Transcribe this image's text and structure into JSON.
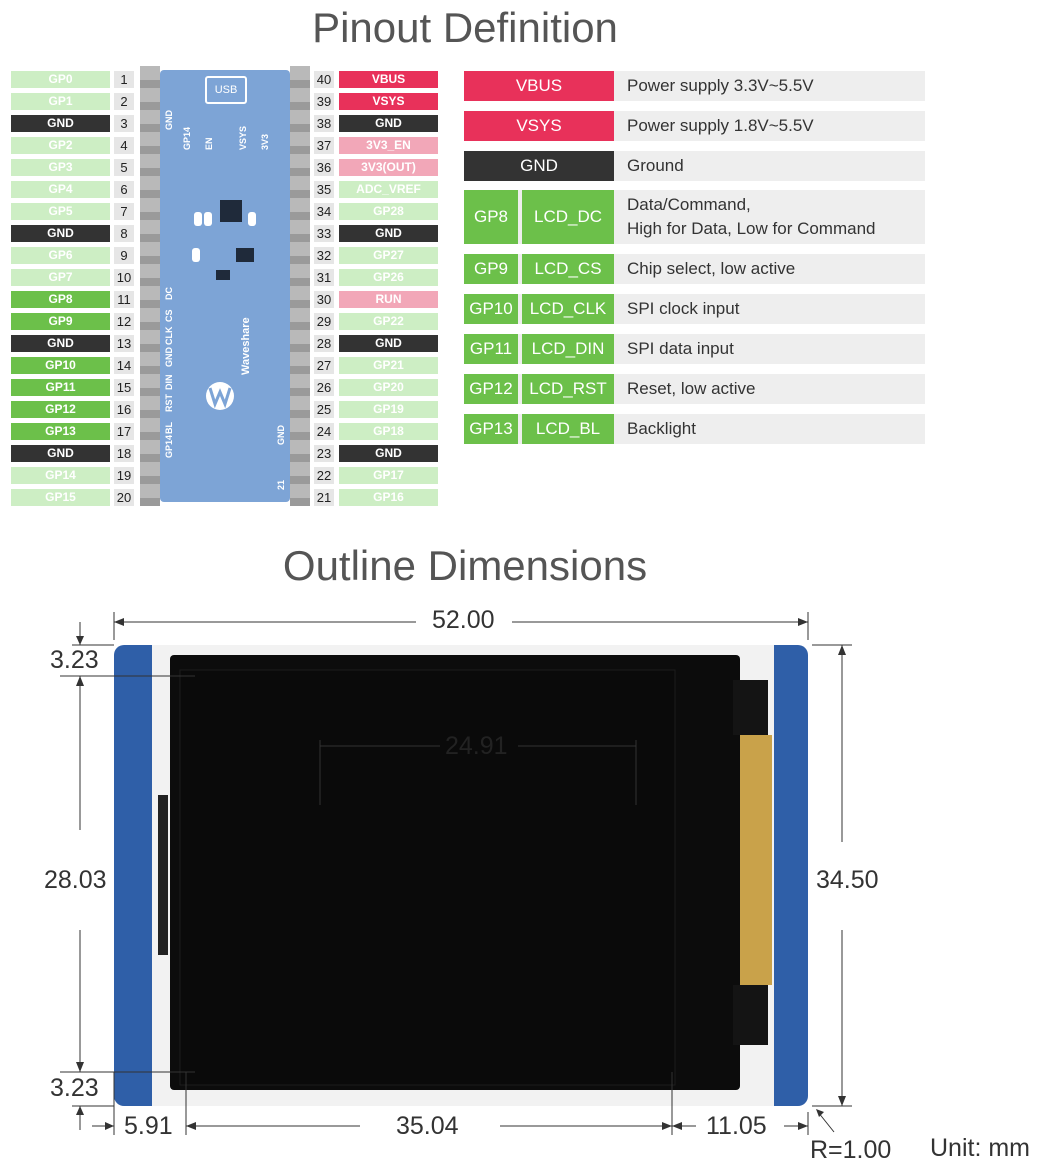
{
  "pinout_title": "Pinout Definition",
  "outline_title": "Outline Dimensions",
  "board": {
    "usb_label": "USB",
    "brand": "Waveshare",
    "silkscreen": [
      "GND",
      "GP14",
      "EN",
      "VSYS",
      "3V3",
      "DC",
      "CS",
      "CLK",
      "GND",
      "DIN",
      "RST",
      "BL",
      "GP14",
      "GND",
      "21"
    ]
  },
  "left_pins": [
    {
      "num": "1",
      "label": "GP0",
      "style": "gp-light"
    },
    {
      "num": "2",
      "label": "GP1",
      "style": "gp-light"
    },
    {
      "num": "3",
      "label": "GND",
      "style": "gnd"
    },
    {
      "num": "4",
      "label": "GP2",
      "style": "gp-light"
    },
    {
      "num": "5",
      "label": "GP3",
      "style": "gp-light"
    },
    {
      "num": "6",
      "label": "GP4",
      "style": "gp-light"
    },
    {
      "num": "7",
      "label": "GP5",
      "style": "gp-light"
    },
    {
      "num": "8",
      "label": "GND",
      "style": "gnd"
    },
    {
      "num": "9",
      "label": "GP6",
      "style": "gp-light"
    },
    {
      "num": "10",
      "label": "GP7",
      "style": "gp-light"
    },
    {
      "num": "11",
      "label": "GP8",
      "style": "gp-green"
    },
    {
      "num": "12",
      "label": "GP9",
      "style": "gp-green"
    },
    {
      "num": "13",
      "label": "GND",
      "style": "gnd"
    },
    {
      "num": "14",
      "label": "GP10",
      "style": "gp-green"
    },
    {
      "num": "15",
      "label": "GP11",
      "style": "gp-green"
    },
    {
      "num": "16",
      "label": "GP12",
      "style": "gp-green"
    },
    {
      "num": "17",
      "label": "GP13",
      "style": "gp-green"
    },
    {
      "num": "18",
      "label": "GND",
      "style": "gnd"
    },
    {
      "num": "19",
      "label": "GP14",
      "style": "gp-light"
    },
    {
      "num": "20",
      "label": "GP15",
      "style": "gp-light"
    }
  ],
  "right_pins": [
    {
      "num": "40",
      "label": "VBUS",
      "style": "red"
    },
    {
      "num": "39",
      "label": "VSYS",
      "style": "red"
    },
    {
      "num": "38",
      "label": "GND",
      "style": "gnd"
    },
    {
      "num": "37",
      "label": "3V3_EN",
      "style": "pink"
    },
    {
      "num": "36",
      "label": "3V3(OUT)",
      "style": "pink"
    },
    {
      "num": "35",
      "label": "ADC_VREF",
      "style": "gp-light"
    },
    {
      "num": "34",
      "label": "GP28",
      "style": "gp-light"
    },
    {
      "num": "33",
      "label": "GND",
      "style": "gnd"
    },
    {
      "num": "32",
      "label": "GP27",
      "style": "gp-light"
    },
    {
      "num": "31",
      "label": "GP26",
      "style": "gp-light"
    },
    {
      "num": "30",
      "label": "RUN",
      "style": "pink"
    },
    {
      "num": "29",
      "label": "GP22",
      "style": "gp-light"
    },
    {
      "num": "28",
      "label": "GND",
      "style": "gnd"
    },
    {
      "num": "27",
      "label": "GP21",
      "style": "gp-light"
    },
    {
      "num": "26",
      "label": "GP20",
      "style": "gp-light"
    },
    {
      "num": "25",
      "label": "GP19",
      "style": "gp-light"
    },
    {
      "num": "24",
      "label": "GP18",
      "style": "gp-light"
    },
    {
      "num": "23",
      "label": "GND",
      "style": "gnd"
    },
    {
      "num": "22",
      "label": "GP17",
      "style": "gp-light"
    },
    {
      "num": "21",
      "label": "GP16",
      "style": "gp-light"
    }
  ],
  "legend": [
    {
      "cells": [
        "VBUS"
      ],
      "desc": "Power supply 3.3V~5.5V",
      "color": "#e8315a"
    },
    {
      "cells": [
        "VSYS"
      ],
      "desc": "Power supply 1.8V~5.5V",
      "color": "#e8315a"
    },
    {
      "cells": [
        "GND"
      ],
      "desc": "Ground",
      "color": "#333333"
    },
    {
      "cells": [
        "GP8",
        "LCD_DC"
      ],
      "desc": "Data/Command,\nHigh for Data, Low for Command",
      "color": "#6cc04a"
    },
    {
      "cells": [
        "GP9",
        "LCD_CS"
      ],
      "desc": "Chip select, low active",
      "color": "#6cc04a"
    },
    {
      "cells": [
        "GP10",
        "LCD_CLK"
      ],
      "desc": "SPI clock input",
      "color": "#6cc04a"
    },
    {
      "cells": [
        "GP11",
        "LCD_DIN"
      ],
      "desc": "SPI data input",
      "color": "#6cc04a"
    },
    {
      "cells": [
        "GP12",
        "LCD_RST"
      ],
      "desc": "Reset, low active",
      "color": "#6cc04a"
    },
    {
      "cells": [
        "GP13",
        "LCD_BL"
      ],
      "desc": "Backlight",
      "color": "#6cc04a"
    }
  ],
  "dimensions": {
    "width_total": "52.00",
    "top_margin": "3.23",
    "bottom_margin": "3.23",
    "screen_height": "28.03",
    "height_total": "34.50",
    "screen_inner_width": "24.91",
    "left_margin": "5.91",
    "screen_width": "35.04",
    "right_margin": "11.05",
    "corner_radius": "R=1.00",
    "unit": "Unit: mm"
  },
  "colors": {
    "pcb_blue": "#2f5fa8",
    "lcd_black": "#0c0c0c",
    "fpc_amber": "#c9a24a"
  }
}
